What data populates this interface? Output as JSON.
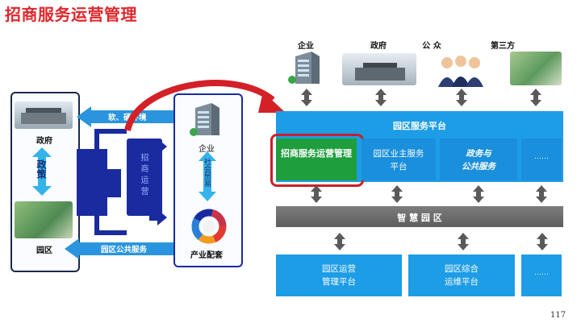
{
  "title": "招商服务运营管理",
  "left_panel": {
    "gov_label": "政府",
    "policy_label": "政策",
    "park_label": "园区",
    "soft_hard_env": "软、硬环境",
    "park_public_service": "园区公共服务",
    "operation_center": "招商运营",
    "enterprise_label": "企业",
    "society_trade": "社会贸易",
    "industry_support": "产业配套"
  },
  "right_panel": {
    "stakeholders": [
      "企业",
      "政府",
      "公 众",
      "第三方"
    ],
    "service_platform": "园区服务平台",
    "boxes_row1": [
      "招商服务运营管理",
      "园区业主服务\n平台",
      "政务与\n公共服务",
      "……"
    ],
    "smart_park": "智 慧 园 区",
    "boxes_row2": [
      "园区运营\n管理平台",
      "园区综合\n运维平台",
      "……"
    ]
  },
  "page_number": "117",
  "colors": {
    "accent_red": "#e0262b",
    "platform_blue": "#1d9de6",
    "highlight_green": "#1e9e3c",
    "dark_navy": "#1a2a6c"
  }
}
